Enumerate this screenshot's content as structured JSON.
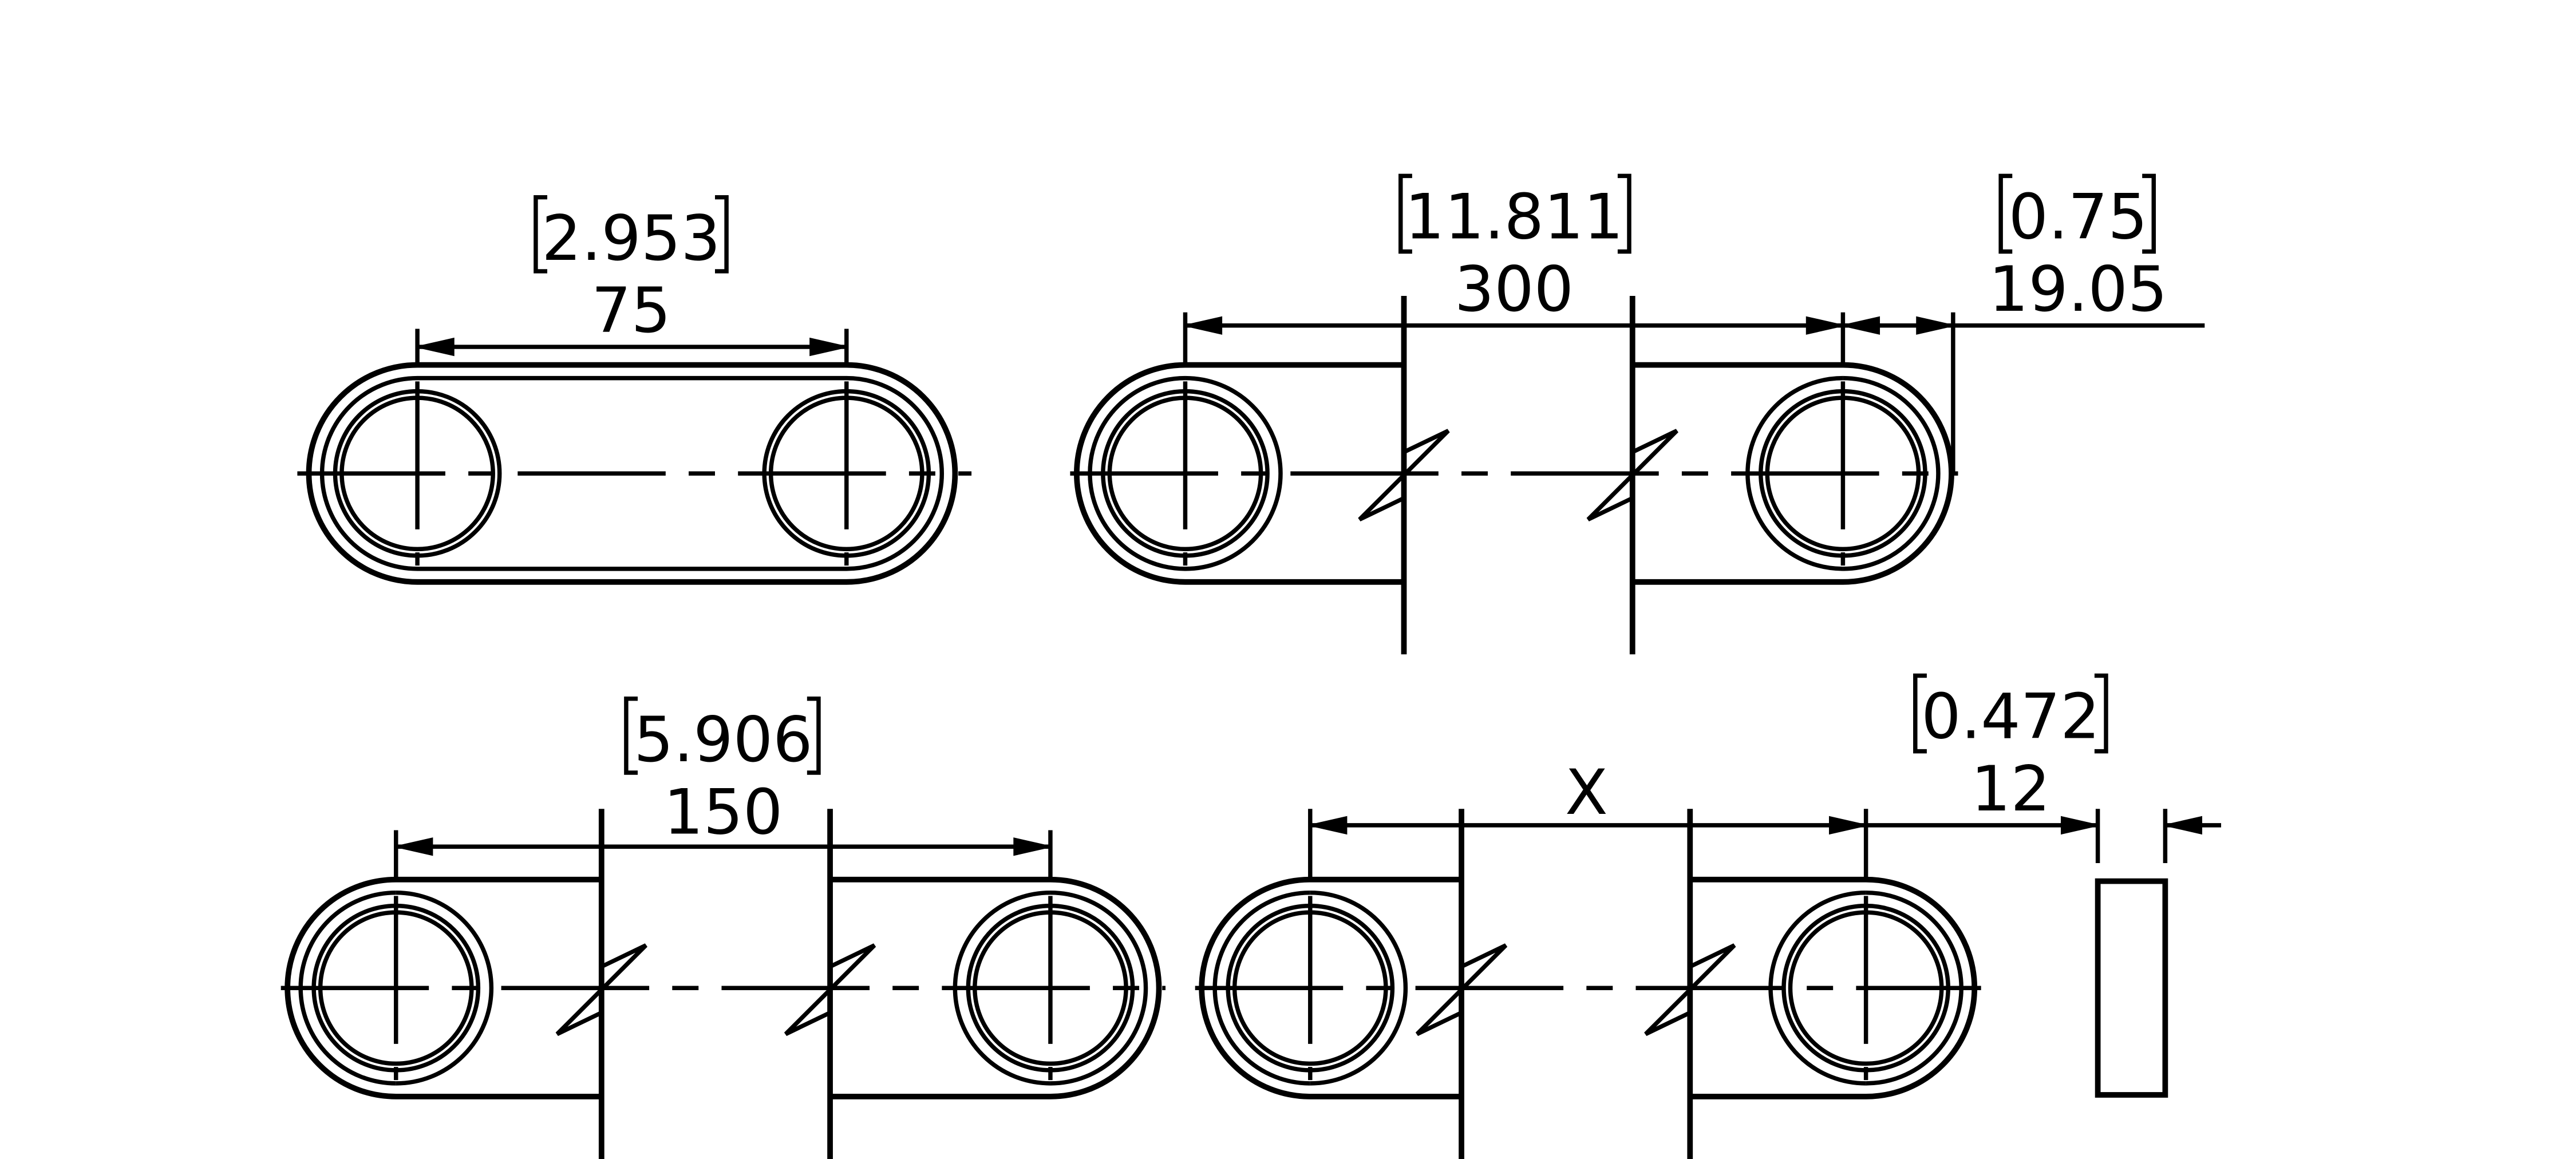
{
  "drawing": {
    "dimensions": {
      "link_75": {
        "inch": "2.953",
        "mm": "75"
      },
      "link_300": {
        "inch": "11.811",
        "mm": "300"
      },
      "offset_19_05": {
        "inch": "0.75",
        "mm": "19.05"
      },
      "link_150": {
        "inch": "5.906",
        "mm": "150"
      },
      "link_x": {
        "mm": "X"
      },
      "thickness_12": {
        "inch": "0.472",
        "mm": "12"
      }
    }
  }
}
